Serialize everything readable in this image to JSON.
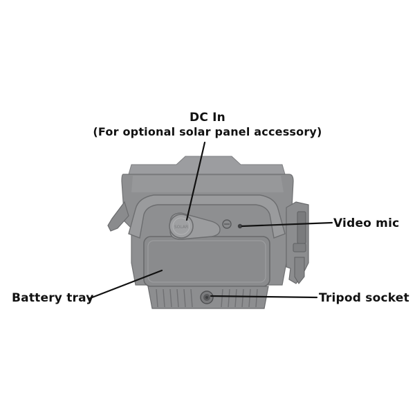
{
  "callouts": {
    "dc_in": {
      "title": "DC In",
      "subtitle": "(For optional solar panel accessory)"
    },
    "video_mic": "Video mic",
    "battery_tray": "Battery tray",
    "tripod_socket": "Tripod socket"
  },
  "device": {
    "cap_text": "SOLAR",
    "body_color": "#8e8f91",
    "shadow_color": "#6f7072",
    "highlight_color": "#a4a5a7"
  }
}
